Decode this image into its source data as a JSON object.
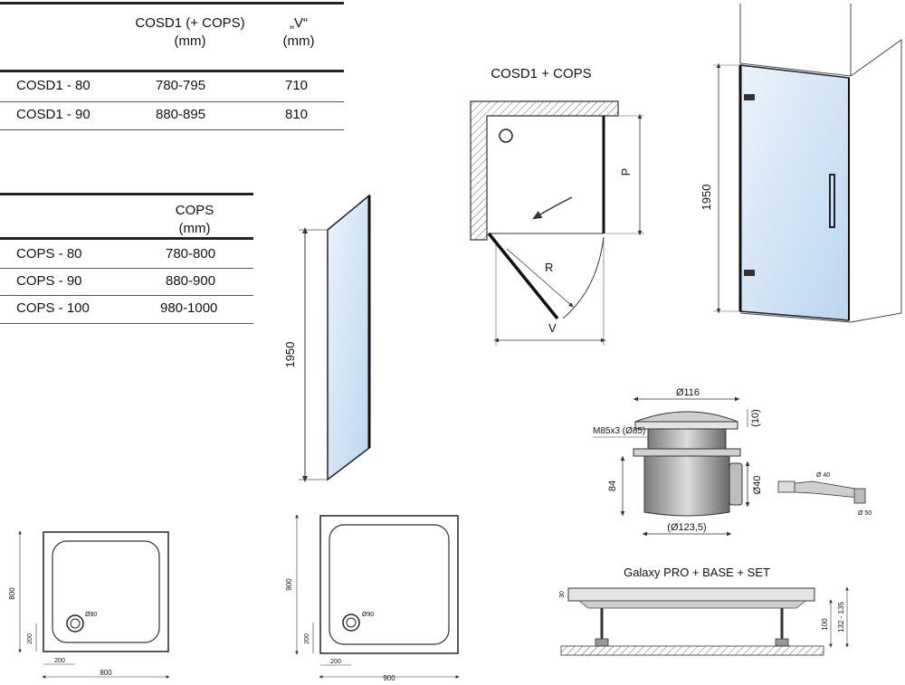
{
  "table_cosd1": {
    "headers": [
      "",
      "COSD1 (+ COPS)\n(mm)",
      "„V“\n(mm)"
    ],
    "rows": [
      [
        "COSD1 - 80",
        "780-795",
        "710"
      ],
      [
        "COSD1 - 90",
        "880-895",
        "810"
      ]
    ]
  },
  "table_cops": {
    "headers": [
      "",
      "COPS\n(mm)"
    ],
    "rows": [
      [
        "COPS - 80",
        "780-800"
      ],
      [
        "COPS - 90",
        "880-900"
      ],
      [
        "COPS - 100",
        "980-1000"
      ]
    ]
  },
  "panel_height": "1950",
  "plan": {
    "title": "COSD1 + COPS",
    "label_p": "P",
    "label_r": "R",
    "label_v": "V"
  },
  "door_height": "1950",
  "waste": {
    "diameter_top": "Ø116",
    "thread": "M85x3 (Ø85)",
    "h10": "(10)",
    "h84": "84",
    "d40": "Ø40",
    "d123": "(Ø123,5)",
    "pipe_d40": "Ø 40",
    "pipe_d50": "Ø 50"
  },
  "tray_800": {
    "dim_side": "800",
    "dim_bottom": "800",
    "drain": "Ø90",
    "offset_v": "200",
    "offset_h": "200"
  },
  "tray_900": {
    "dim_side": "900",
    "dim_bottom": "900",
    "drain": "Ø90",
    "offset_v": "200",
    "offset_h": "200"
  },
  "galaxy": {
    "title": "Galaxy PRO + BASE + SET",
    "h30": "30",
    "h100": "100",
    "h132": "132 - 135"
  }
}
